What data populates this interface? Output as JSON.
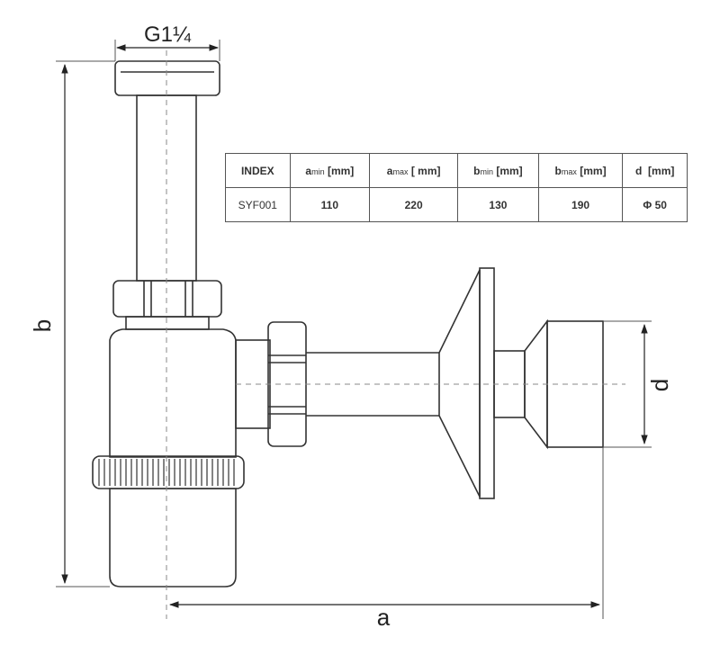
{
  "labels": {
    "thread": "G1¼",
    "dim_a": "a",
    "dim_b": "b",
    "dim_d": "d"
  },
  "table": {
    "header": {
      "index": "INDEX",
      "a_min": {
        "base": "a",
        "sub": "min",
        "unit": "[mm]"
      },
      "a_max": {
        "base": "a",
        "sub": "max",
        "unit": "[ mm]"
      },
      "b_min": {
        "base": "b",
        "sub": "min",
        "unit": "[mm]"
      },
      "b_max": {
        "base": "b",
        "sub": "max",
        "unit": "[mm]"
      },
      "d": {
        "base": "d",
        "unit": "[mm]"
      }
    },
    "row": {
      "index": "SYF001",
      "a_min": "110",
      "a_max": "220",
      "b_min": "130",
      "b_max": "190",
      "d": "Φ 50"
    }
  },
  "colors": {
    "outline": "#333333",
    "centerline": "#888888"
  }
}
